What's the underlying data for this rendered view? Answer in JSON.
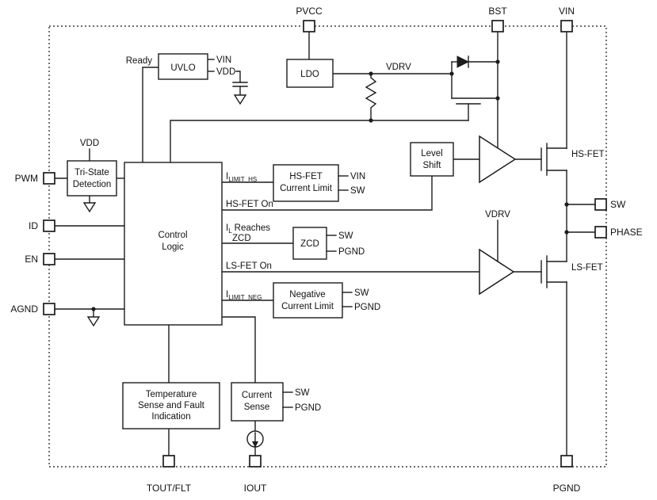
{
  "colors": {
    "line": "#1c1c1c",
    "background": "#ffffff"
  },
  "pins": {
    "pvcc": "PVCC",
    "bst": "BST",
    "vin": "VIN",
    "pwm": "PWM",
    "id": "ID",
    "en": "EN",
    "agnd": "AGND",
    "sw": "SW",
    "phase": "PHASE",
    "tout_flt": "TOUT/FLT",
    "iout": "IOUT",
    "pgnd": "PGND"
  },
  "blocks": {
    "uvlo": {
      "line1": "UVLO"
    },
    "ldo": {
      "line1": "LDO"
    },
    "tri_state": {
      "line1": "Tri-State",
      "line2": "Detection"
    },
    "control_logic": {
      "line1": "Control",
      "line2": "Logic"
    },
    "hs_current_limit": {
      "line1": "HS-FET",
      "line2": "Current Limit",
      "out1": "VIN",
      "out2": "SW"
    },
    "level_shift": {
      "line1": "Level",
      "line2": "Shift"
    },
    "zcd": {
      "line1": "ZCD",
      "out1": "SW",
      "out2": "PGND"
    },
    "neg_current_limit": {
      "line1": "Negative",
      "line2": "Current Limit",
      "out1": "SW",
      "out2": "PGND"
    },
    "temp_sense": {
      "line1": "Temperature",
      "line2": "Sense and Fault",
      "line3": "Indication"
    },
    "current_sense": {
      "line1": "Current",
      "line2": "Sense",
      "out1": "SW",
      "out2": "PGND"
    }
  },
  "signals": {
    "ready": "Ready",
    "uvlo_vin": "VIN",
    "uvlo_vdd": "VDD",
    "tri_state_vdd": "VDD",
    "vdrv_top": "VDRV",
    "vdrv_ls": "VDRV",
    "ilimit_hs_base": "I",
    "ilimit_hs_sub": "LIMIT_HS",
    "hs_fet_on": "HS-FET On",
    "il_base": "I",
    "il_sub": "L",
    "il_rest": "Reaches",
    "zcd_word": "ZCD",
    "ls_fet_on": "LS-FET On",
    "ilimit_neg_base": "I",
    "ilimit_neg_sub": "LIMIT_NEG",
    "hs_fet": "HS-FET",
    "ls_fet": "LS-FET"
  }
}
